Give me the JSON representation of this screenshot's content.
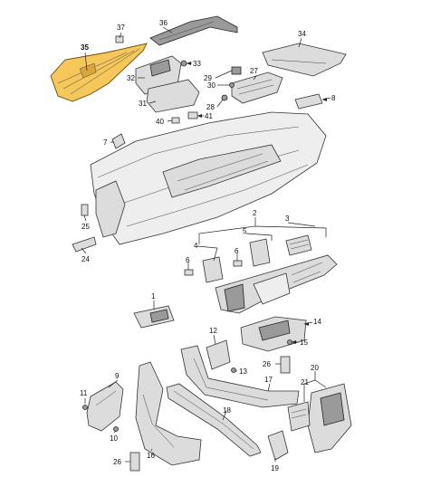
{
  "colors": {
    "highlight": "#f6c75a",
    "part_fill": "#dcdcdc",
    "part_dark": "#9a9a9a",
    "outline": "#333333",
    "background": "#ffffff"
  },
  "callouts": [
    {
      "id": "c1",
      "label": "1"
    },
    {
      "id": "c2",
      "label": "2"
    },
    {
      "id": "c3",
      "label": "3"
    },
    {
      "id": "c4",
      "label": "4"
    },
    {
      "id": "c5",
      "label": "5"
    },
    {
      "id": "c6a",
      "label": "6"
    },
    {
      "id": "c6b",
      "label": "6"
    },
    {
      "id": "c7",
      "label": "7"
    },
    {
      "id": "c8",
      "label": "8"
    },
    {
      "id": "c9",
      "label": "9"
    },
    {
      "id": "c10",
      "label": "10"
    },
    {
      "id": "c11",
      "label": "11"
    },
    {
      "id": "c12",
      "label": "12"
    },
    {
      "id": "c13",
      "label": "13"
    },
    {
      "id": "c14",
      "label": "14"
    },
    {
      "id": "c15",
      "label": "15"
    },
    {
      "id": "c16",
      "label": "16"
    },
    {
      "id": "c17",
      "label": "17"
    },
    {
      "id": "c18",
      "label": "18"
    },
    {
      "id": "c19",
      "label": "19"
    },
    {
      "id": "c20",
      "label": "20"
    },
    {
      "id": "c21",
      "label": "21"
    },
    {
      "id": "c24",
      "label": "24"
    },
    {
      "id": "c25",
      "label": "25"
    },
    {
      "id": "c26a",
      "label": "26"
    },
    {
      "id": "c26b",
      "label": "26"
    },
    {
      "id": "c27",
      "label": "27"
    },
    {
      "id": "c28",
      "label": "28"
    },
    {
      "id": "c29",
      "label": "29"
    },
    {
      "id": "c30",
      "label": "30"
    },
    {
      "id": "c31",
      "label": "31"
    },
    {
      "id": "c32",
      "label": "32"
    },
    {
      "id": "c33",
      "label": "33"
    },
    {
      "id": "c34",
      "label": "34"
    },
    {
      "id": "c35",
      "label": "35"
    },
    {
      "id": "c36",
      "label": "36"
    },
    {
      "id": "c37",
      "label": "37"
    },
    {
      "id": "c40",
      "label": "40"
    },
    {
      "id": "c41",
      "label": "41"
    }
  ]
}
